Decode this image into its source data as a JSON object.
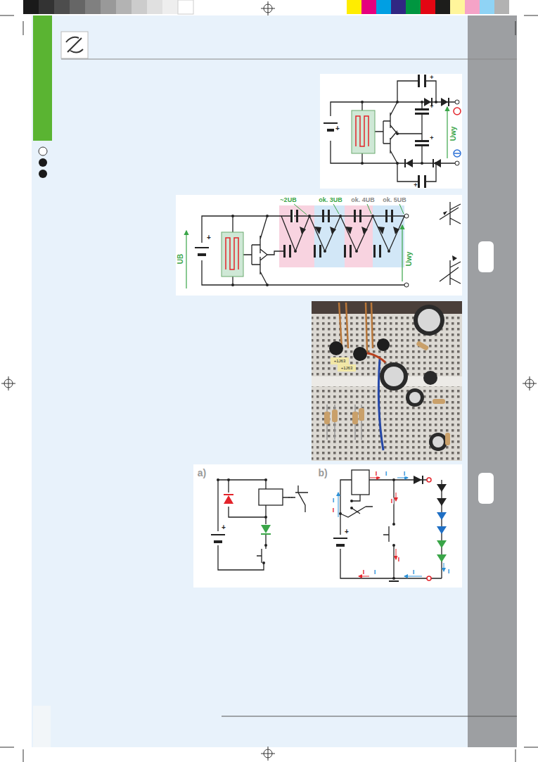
{
  "diagram": {
    "labels": [
      "+",
      "+",
      "+",
      "+",
      "+",
      "Uwy",
      "~2UB",
      "ok. 3UB",
      "ok. 4UB",
      "ok. 5UB",
      "UB",
      "Uwy",
      "+",
      "+1J63",
      "+1J63",
      "a)",
      "b)",
      "+",
      "+",
      "I",
      "I",
      "I",
      "I",
      "I",
      "I",
      "I",
      "I",
      "I",
      "I",
      "I"
    ]
  }
}
